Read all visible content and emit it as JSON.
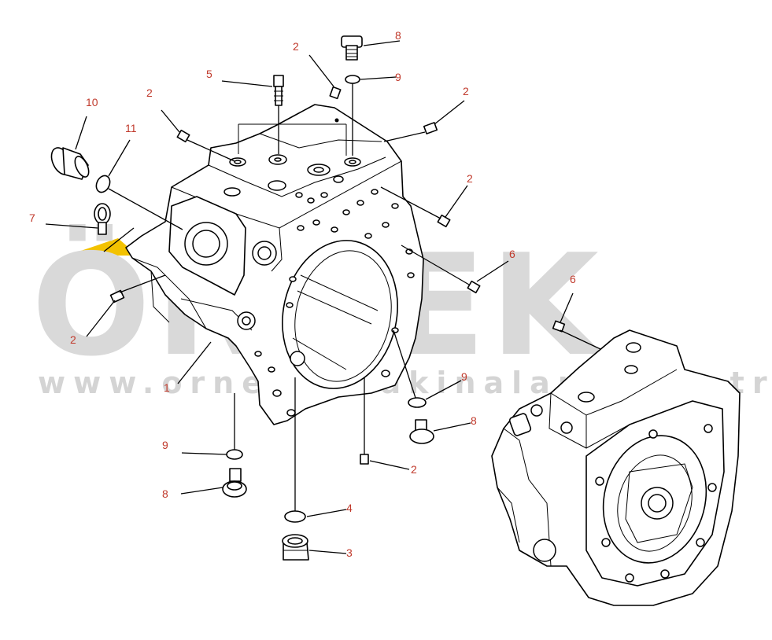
{
  "watermark": {
    "brand": "ÖRNEK",
    "url": "www.ornekismakinalari.com.tr",
    "accent_color": "#f3c200",
    "color": "#d9d9d9"
  },
  "callout_color": "#c0392b",
  "callouts": [
    {
      "id": "c-1",
      "label": "1"
    },
    {
      "id": "c-2a",
      "label": "2"
    },
    {
      "id": "c-2b",
      "label": "2"
    },
    {
      "id": "c-2c",
      "label": "2"
    },
    {
      "id": "c-2d",
      "label": "2"
    },
    {
      "id": "c-2e",
      "label": "2"
    },
    {
      "id": "c-2f",
      "label": "2"
    },
    {
      "id": "c-3",
      "label": "3"
    },
    {
      "id": "c-4",
      "label": "4"
    },
    {
      "id": "c-5",
      "label": "5"
    },
    {
      "id": "c-6a",
      "label": "6"
    },
    {
      "id": "c-6b",
      "label": "6"
    },
    {
      "id": "c-7",
      "label": "7"
    },
    {
      "id": "c-8a",
      "label": "8"
    },
    {
      "id": "c-8b",
      "label": "8"
    },
    {
      "id": "c-8c",
      "label": "8"
    },
    {
      "id": "c-9a",
      "label": "9"
    },
    {
      "id": "c-9b",
      "label": "9"
    },
    {
      "id": "c-9c",
      "label": "9"
    },
    {
      "id": "c-10",
      "label": "10"
    },
    {
      "id": "c-11",
      "label": "11"
    }
  ]
}
